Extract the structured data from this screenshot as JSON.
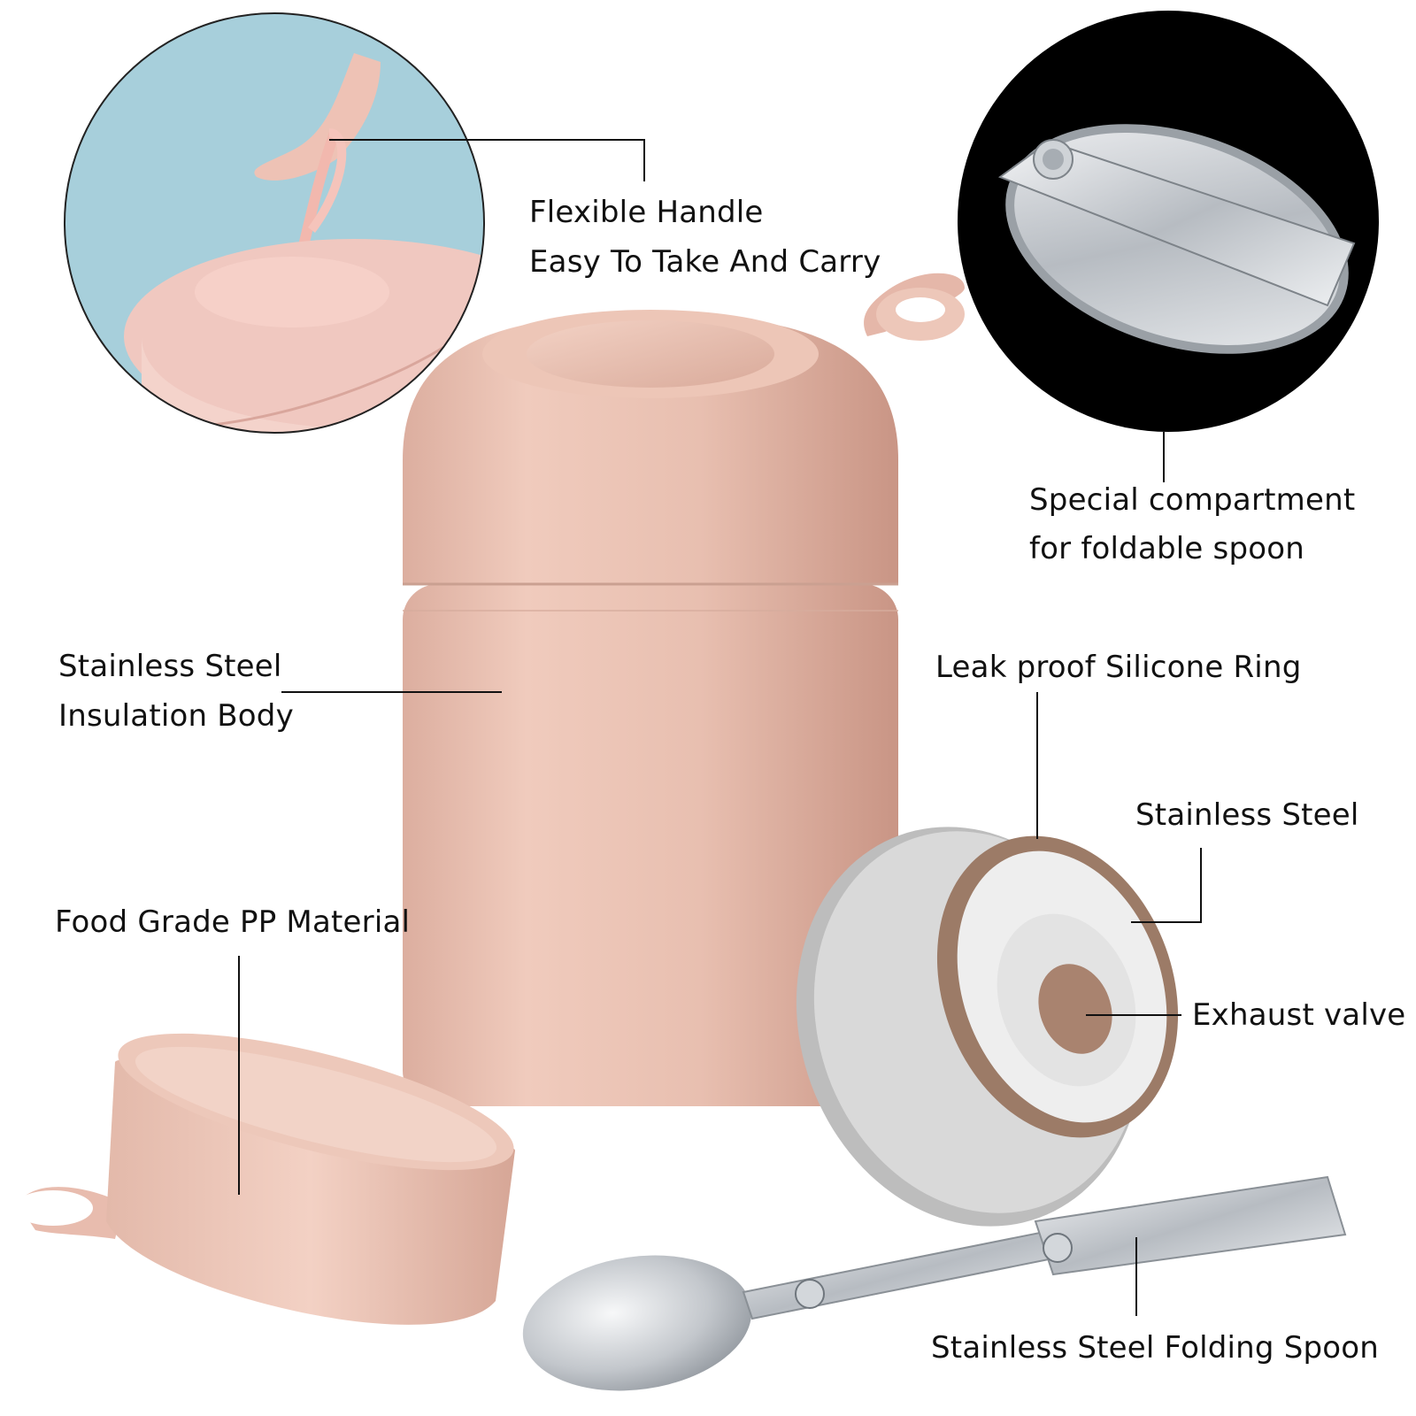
{
  "callouts": {
    "handle": {
      "line1": "Flexible Handle",
      "line2": "Easy To Take And Carry"
    },
    "compartment": {
      "line1": "Special compartment",
      "line2": "for foldable spoon"
    },
    "body": {
      "line1": "Stainless Steel",
      "line2": "Insulation Body"
    },
    "silicone_ring": "Leak proof Silicone Ring",
    "lid_steel": "Stainless Steel",
    "valve": "Exhaust valve",
    "pp_material": "Food Grade PP Material",
    "spoon": "Stainless Steel Folding Spoon"
  },
  "colors": {
    "jar_pink": "#e9c2b4",
    "jar_shadow": "#d1a293",
    "lid_grey": "#d4d4d4",
    "ring_brown": "#9c7b67",
    "steel": "#c9cdd1",
    "inset_blue": "#a9d0dc",
    "inset_black": "#000000"
  }
}
